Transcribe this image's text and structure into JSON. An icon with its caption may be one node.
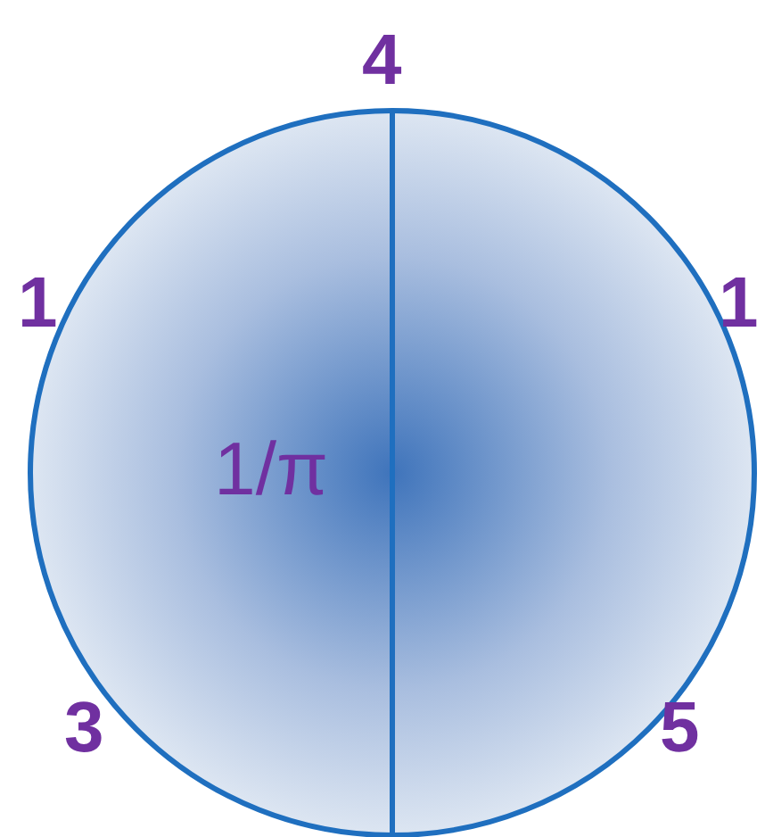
{
  "diagram": {
    "labels": [
      "4",
      "1",
      "1",
      "1/π",
      "3",
      "5"
    ]
  }
}
